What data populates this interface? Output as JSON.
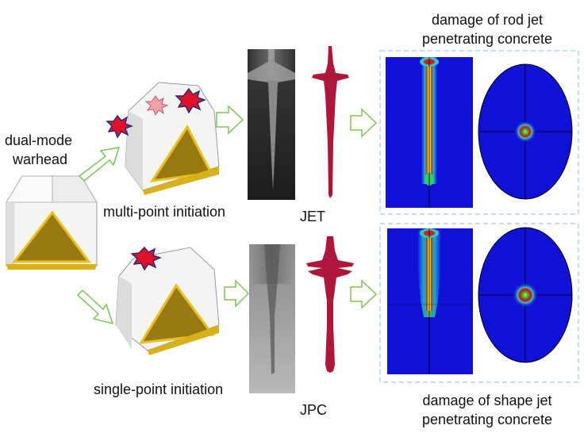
{
  "labels": {
    "warhead_line1": "dual-mode",
    "warhead_line2": "warhead",
    "multi_point": "multi-point initiation",
    "single_point": "single-point initiation",
    "jet": "JET",
    "jpc": "JPC",
    "rod_jet_line1": "damage of rod jet",
    "rod_jet_line2": "penetrating concrete",
    "shape_jet_line1": "damage of shape jet",
    "shape_jet_line2": "penetrating concrete"
  },
  "colors": {
    "arrow_green": "#7cc45a",
    "liner_gold": "#c8a21a",
    "jet_crimson": "#b0153a",
    "concrete_blue": "#1010d8",
    "panel_border": "#a8c8e8",
    "detonation_red": "#e0102a",
    "detonation_pink": "#f0a0a8"
  }
}
